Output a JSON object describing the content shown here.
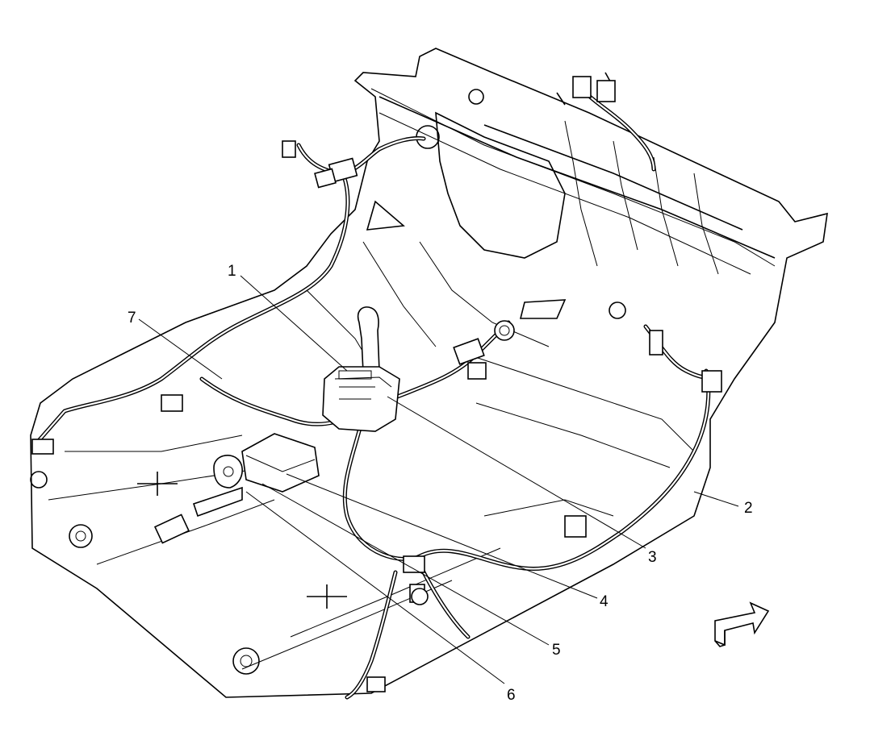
{
  "callouts": [
    {
      "id": "1",
      "label": "1"
    },
    {
      "id": "2",
      "label": "2"
    },
    {
      "id": "3",
      "label": "3"
    },
    {
      "id": "4",
      "label": "4"
    },
    {
      "id": "5",
      "label": "5"
    },
    {
      "id": "6",
      "label": "6"
    },
    {
      "id": "7",
      "label": "7"
    }
  ],
  "direction_arrow": {
    "icon": "forward-direction-arrow-icon"
  },
  "colors": {
    "ink": "#000000",
    "paper": "#ffffff"
  }
}
